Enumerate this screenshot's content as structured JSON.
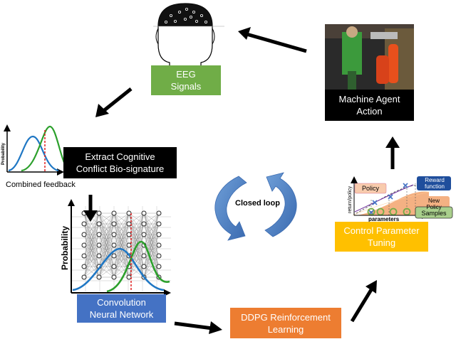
{
  "nodes": {
    "eeg": {
      "label": "EEG\nSignals",
      "color": "#70ad47"
    },
    "extract": {
      "label": "Extract Cognitive\nConflict Bio-signature",
      "color": "#000000"
    },
    "cnn": {
      "label": "Convolution\nNeural Network",
      "color": "#4472c4"
    },
    "ddpg": {
      "label": "DDPG Reinforcement\nLearning",
      "color": "#ed7d31"
    },
    "control": {
      "label": "Control Parameter\nTuning",
      "color": "#ffc000"
    },
    "machine": {
      "label": "Machine Agent\nAction",
      "color": "#000000"
    }
  },
  "combined_feedback": "Combined feedback",
  "closed_loop": "Closed loop",
  "axis_labels": {
    "probability_small": "Probability",
    "probability_large": "Probability"
  },
  "optimization_plot": {
    "policy": "Policy",
    "reward_function": "Reward\nfunction",
    "new_policy": "New\nPolicy",
    "samples": "Samples",
    "ylabel": "return/policy",
    "xlabel": "parameters"
  },
  "colors": {
    "arrow": "#000000",
    "loop_arrow": "#4f7fc0",
    "curve_blue": "#1f77c4",
    "curve_green": "#2ca02c",
    "dashed_red": "#e02020"
  }
}
